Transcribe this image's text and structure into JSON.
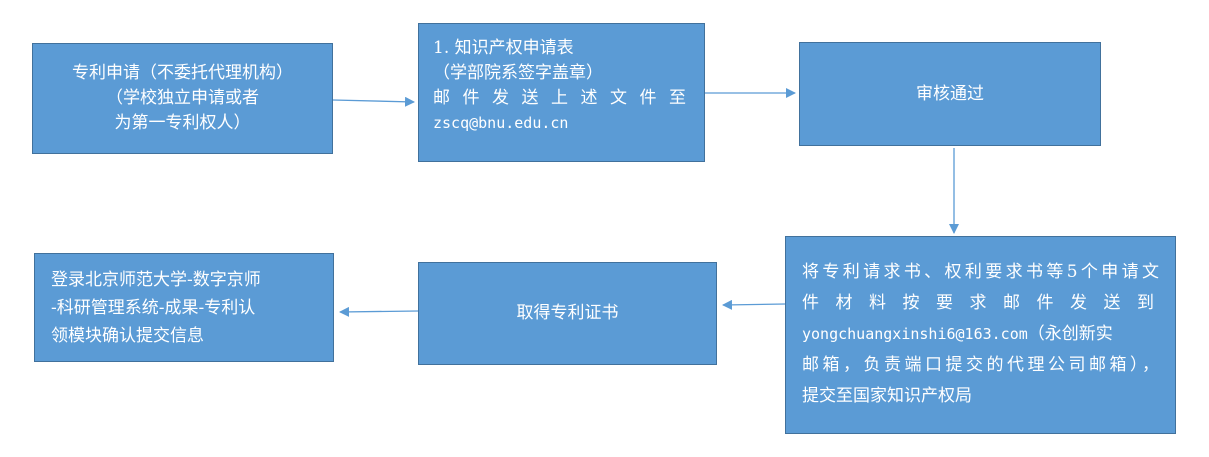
{
  "colors": {
    "box_fill": "#5b9bd5",
    "box_border": "#41719c",
    "box_text": "#ffffff",
    "arrow": "#5b9bd5"
  },
  "steps": {
    "apply": {
      "line1": "专利申请（不委托代理机构）",
      "line2": "（学校独立申请或者",
      "line3": "为第一专利权人）"
    },
    "form": {
      "line1": "1. 知识产权申请表",
      "line2": "（学部院系签字盖章）",
      "line3": "邮件发送上述文件至",
      "line4": "zscq@bnu.edu.cn"
    },
    "review": {
      "label": "审核通过"
    },
    "submit": {
      "line1": "将专利请求书、权利要求书等5个申请文",
      "line2": "件材料按要求邮件发送到",
      "line3_email": "yongchuangxinshi6@163.com",
      "line3_rest": "（永创新实",
      "line4": "邮箱，负责端口提交的代理公司邮箱），",
      "line5": "提交至国家知识产权局"
    },
    "certificate": {
      "label": "取得专利证书"
    },
    "login": {
      "line1": "登录北京师范大学-数字京师",
      "line2": "-科研管理系统-成果-专利认",
      "line3": "领模块确认提交信息"
    }
  }
}
